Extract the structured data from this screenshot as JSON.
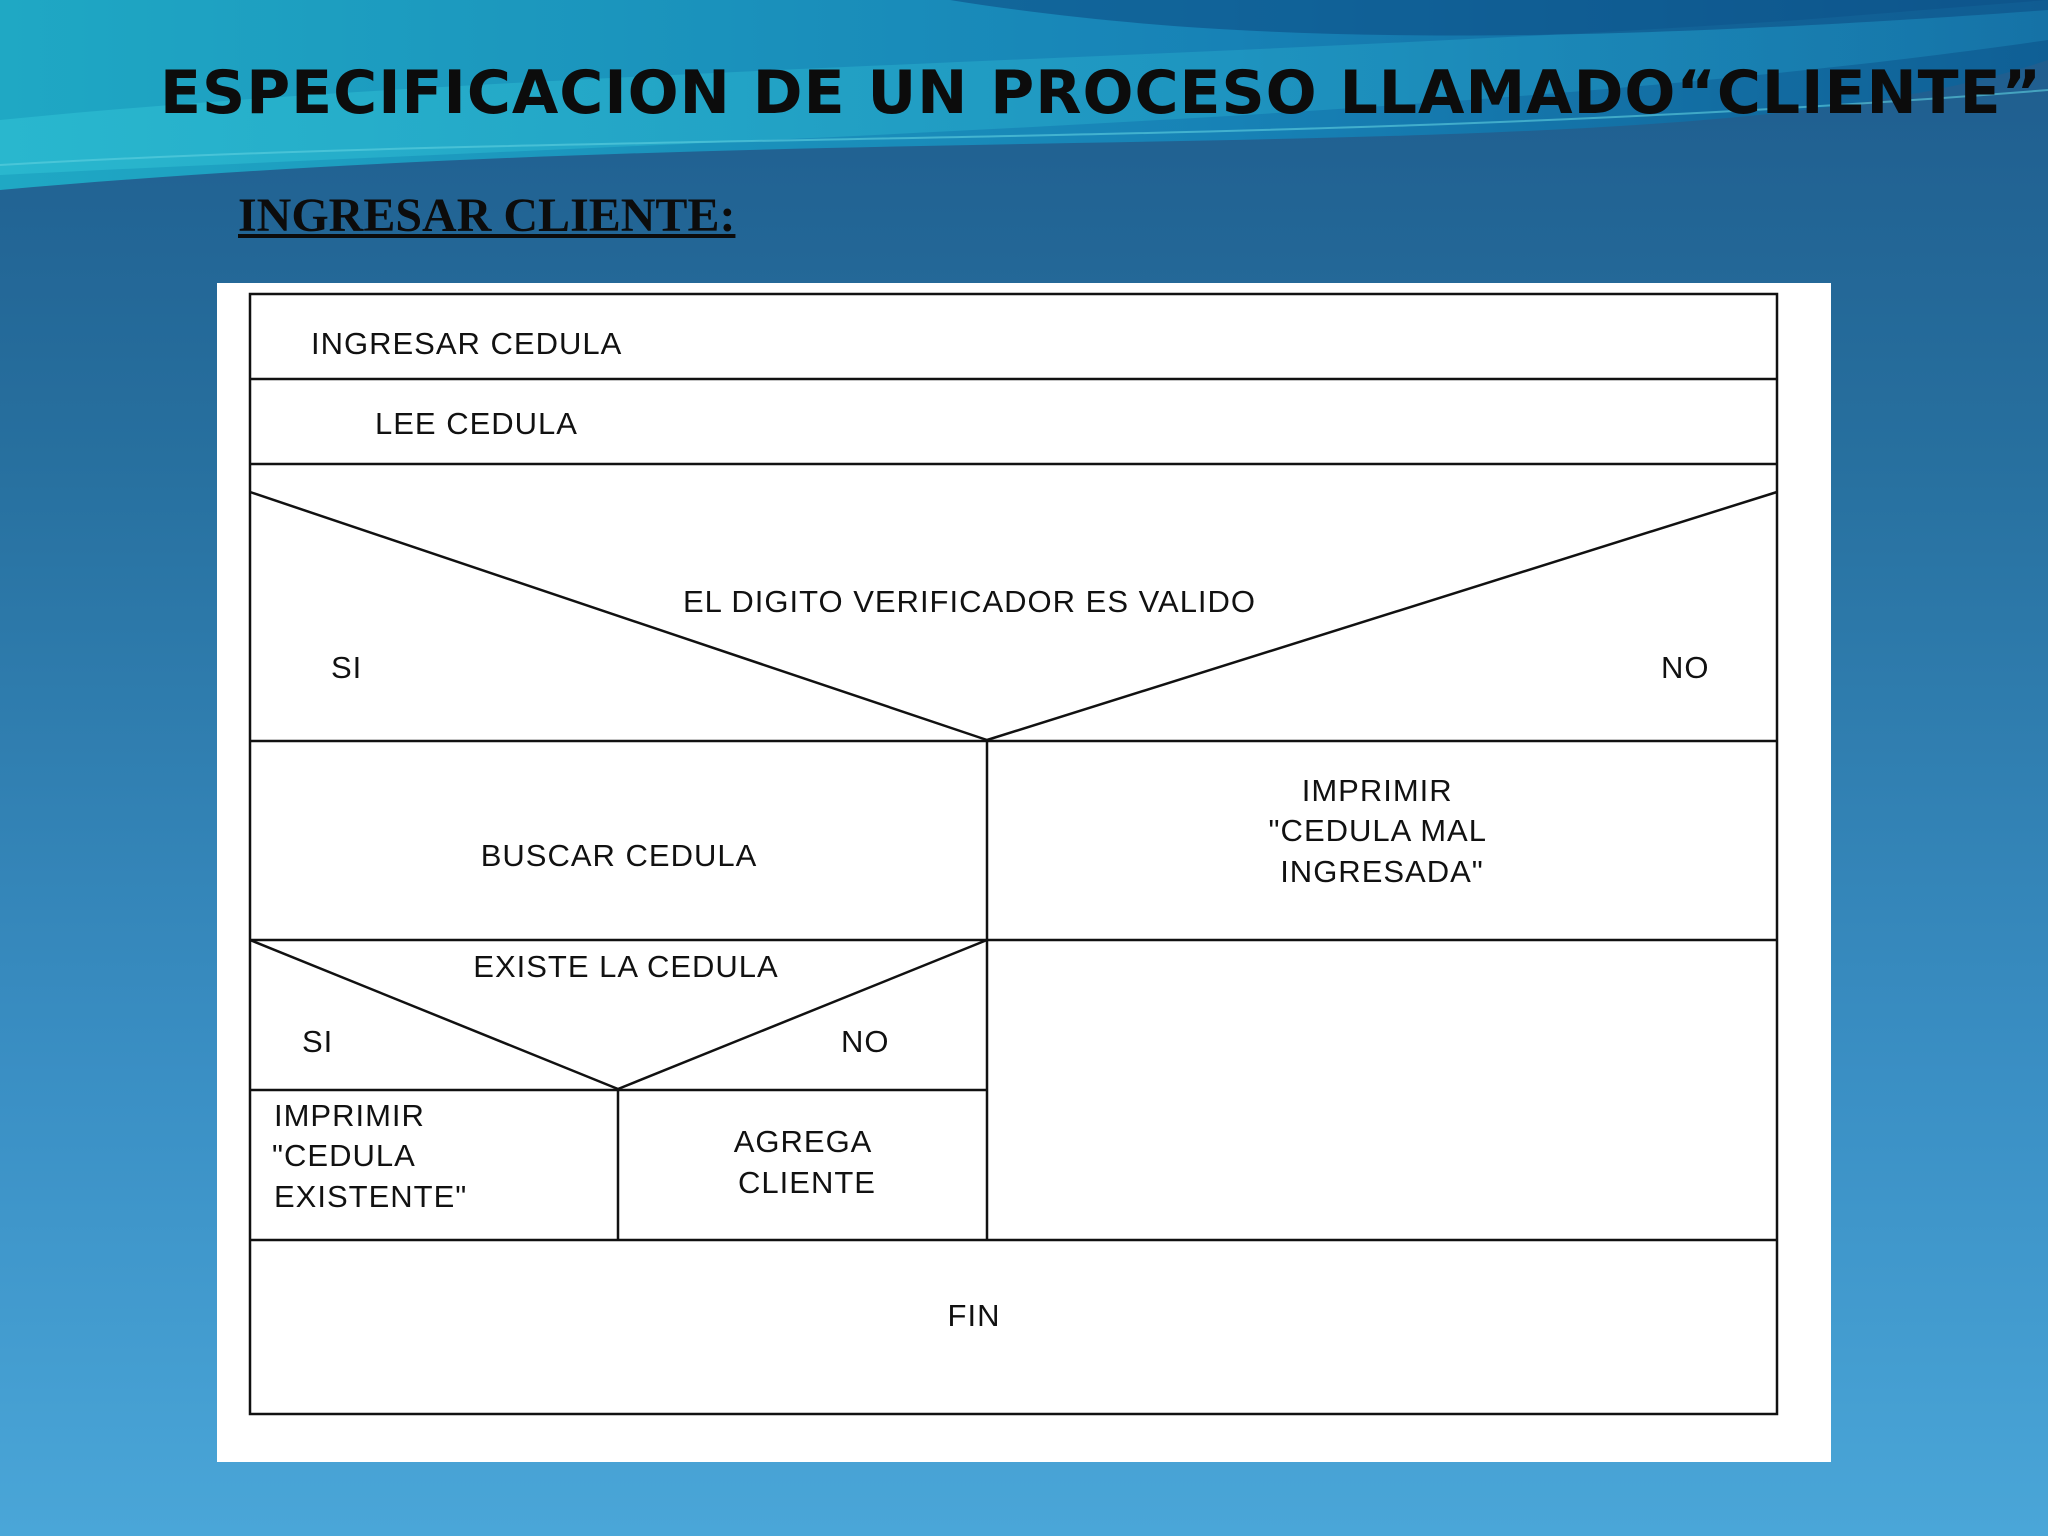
{
  "slide": {
    "title": "ESPECIFICACION DE UN PROCESO LLAMADO“CLIENTE”",
    "subtitle": "INGRESAR CLIENTE:"
  },
  "diagram": {
    "ingresar_cedula": "INGRESAR CEDULA",
    "lee_cedula": "LEE CEDULA",
    "decision1": {
      "condition": "EL DIGITO VERIFICADOR ES VALIDO",
      "yes": "SI",
      "no": "NO"
    },
    "buscar_cedula": "BUSCAR CEDULA",
    "imprimir_mal": [
      "IMPRIMIR",
      "\"CEDULA MAL",
      "INGRESADA\""
    ],
    "decision2": {
      "condition": "EXISTE  LA CEDULA",
      "yes": "SI",
      "no": "NO"
    },
    "imprimir_existente": [
      "IMPRIMIR",
      "\"CEDULA",
      "EXISTENTE\""
    ],
    "agrega_cliente": [
      "AGREGA",
      "CLIENTE"
    ],
    "fin": "FIN"
  },
  "colors": {
    "background_top": "#1e5b8c",
    "background_bottom": "#4aa6d8",
    "panel": "#ffffff",
    "lines": "#111111"
  }
}
